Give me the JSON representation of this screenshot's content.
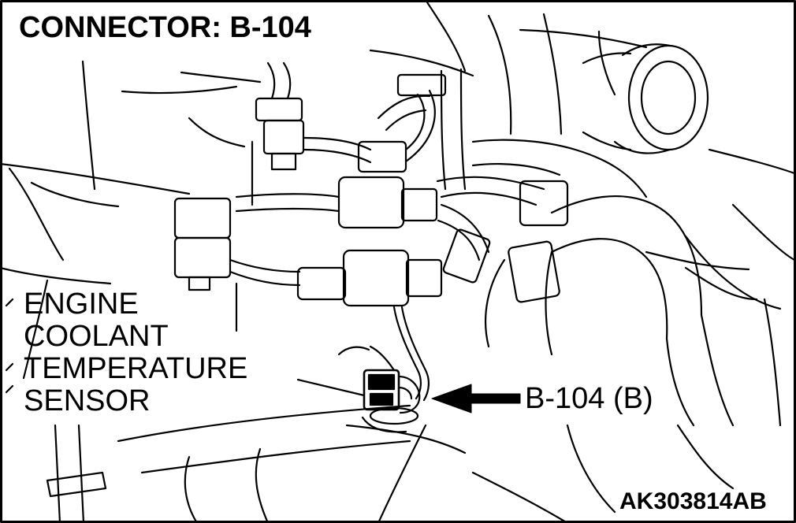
{
  "title": "CONNECTOR: B-104",
  "callout": {
    "line1": "ENGINE",
    "line2": "COOLANT",
    "line3": "TEMPERATURE",
    "line4": "SENSOR"
  },
  "connector_label": "B-104 (B)",
  "figure_code": "AK303814AB",
  "colors": {
    "line": "#000000",
    "background": "#ffffff"
  }
}
